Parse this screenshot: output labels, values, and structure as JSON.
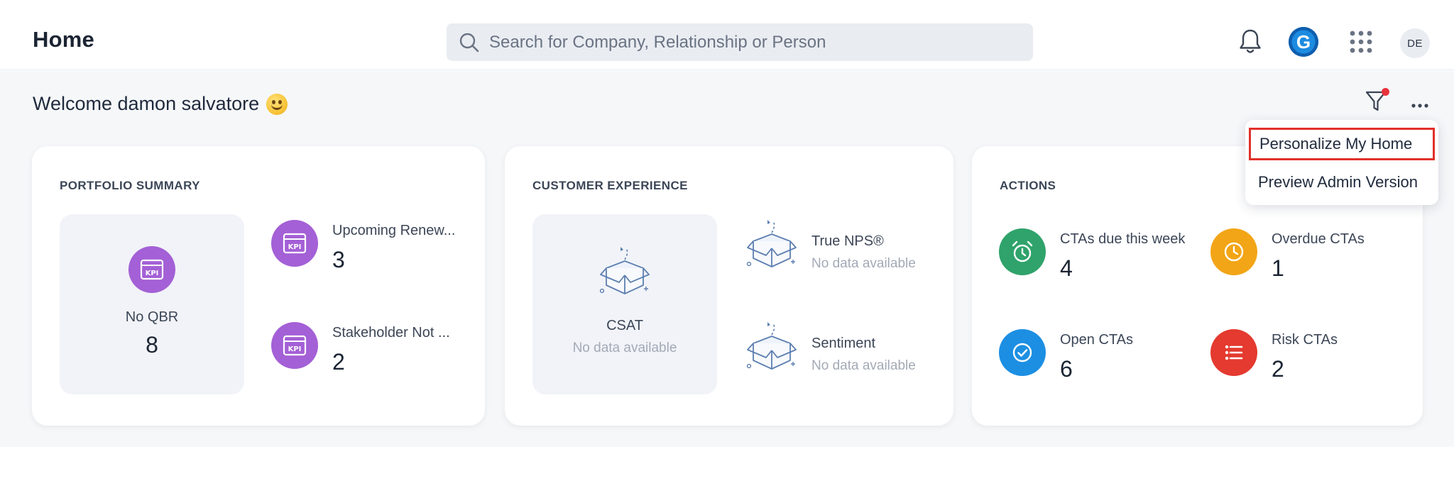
{
  "header": {
    "title": "Home",
    "search_placeholder": "Search for Company, Relationship or Person",
    "g_badge": "G",
    "avatar_initials": "DE"
  },
  "welcome": {
    "text": "Welcome damon salvatore"
  },
  "menu": {
    "items": [
      {
        "label": "Personalize My Home"
      },
      {
        "label": "Preview Admin Version"
      }
    ]
  },
  "portfolio": {
    "title": "PORTFOLIO SUMMARY",
    "tile": {
      "label": "No QBR",
      "value": "8"
    },
    "metrics": [
      {
        "label": "Upcoming Renew...",
        "value": "3"
      },
      {
        "label": "Stakeholder Not ...",
        "value": "2"
      }
    ]
  },
  "customer_experience": {
    "title": "CUSTOMER EXPERIENCE",
    "tile": {
      "label": "CSAT",
      "nodata": "No data available"
    },
    "metrics": [
      {
        "label": "True NPS®",
        "nodata": "No data available"
      },
      {
        "label": "Sentiment",
        "nodata": "No data available"
      }
    ]
  },
  "actions": {
    "title": "ACTIONS",
    "items": [
      {
        "label": "CTAs due this week",
        "value": "4",
        "icon": "alarm-clock-icon",
        "color": "#2fa36b"
      },
      {
        "label": "Overdue CTAs",
        "value": "1",
        "icon": "clock-icon",
        "color": "#f2a516"
      },
      {
        "label": "Open CTAs",
        "value": "6",
        "icon": "check-circle-icon",
        "color": "#1c8fe3"
      },
      {
        "label": "Risk CTAs",
        "value": "2",
        "icon": "list-icon",
        "color": "#e43a2f"
      }
    ]
  },
  "colors": {
    "accent_kpi": "#a460d6",
    "highlight_border": "#e0312a",
    "filter_dot": "#e8323b"
  }
}
